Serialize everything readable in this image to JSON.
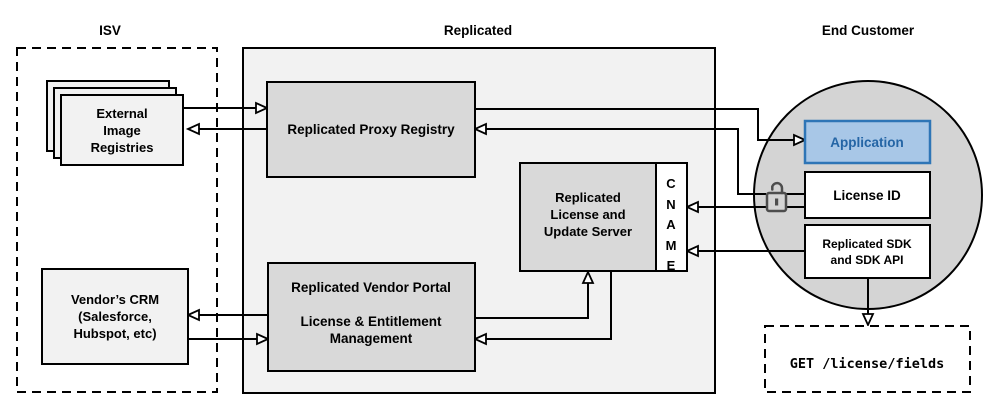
{
  "sections": {
    "isv": "ISV",
    "replicated": "Replicated",
    "end_customer": "End Customer"
  },
  "nodes": {
    "external_registries": {
      "lines": [
        "External",
        "Image",
        "Registries"
      ]
    },
    "vendor_crm": {
      "lines": [
        "Vendor’s CRM",
        "(Salesforce,",
        "Hubspot, etc)"
      ]
    },
    "proxy_registry": {
      "label": "Replicated Proxy Registry"
    },
    "license_server": {
      "lines": [
        "Replicated",
        "License and",
        "Update Server"
      ]
    },
    "cname": {
      "letters": [
        "C",
        "N",
        "A",
        "M",
        "E"
      ]
    },
    "vendor_portal": {
      "title": "Replicated Vendor Portal",
      "lines": [
        "License & Entitlement",
        "Management"
      ]
    },
    "application": {
      "label": "Application"
    },
    "license_id": {
      "label": "License ID"
    },
    "sdk": {
      "lines": [
        "Replicated SDK",
        "and SDK API"
      ]
    },
    "get_endpoint": {
      "label": "GET /license/fields"
    }
  },
  "icons": {
    "unlock": "open-padlock"
  },
  "colors": {
    "outer_fill": "#f2f2f2",
    "node_fill": "#d9d9d9",
    "circle_fill": "#d4d4d4",
    "app_fill": "#a8c7e7",
    "app_border": "#2e75b6",
    "app_text": "#2465a5",
    "line": "#000000",
    "lock": "#4d4d4d"
  }
}
